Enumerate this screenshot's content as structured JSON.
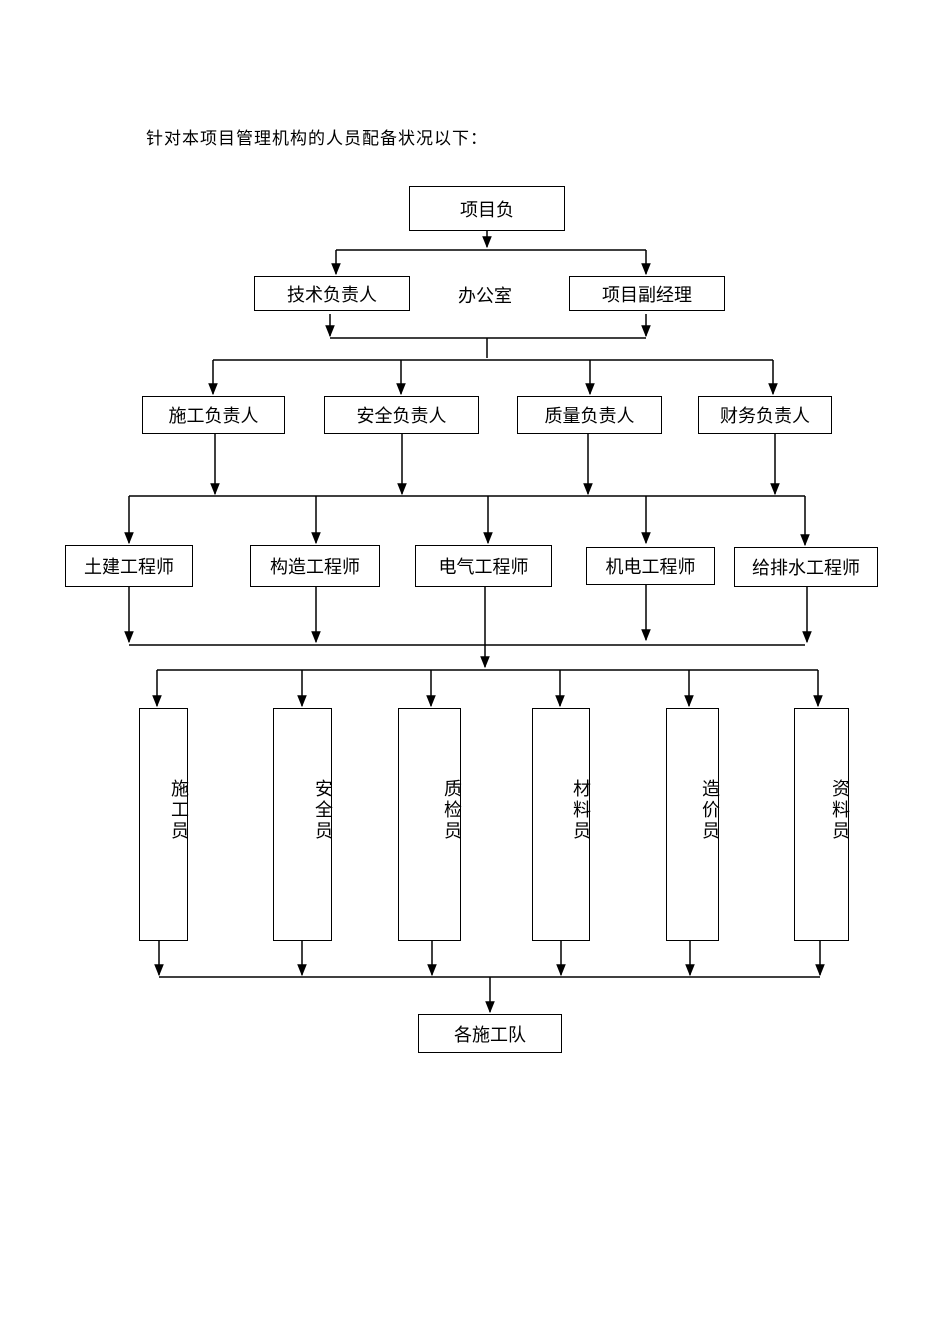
{
  "intro": "针对本项目管理机构的人员配备状况以下：",
  "chart": {
    "top": "项目负",
    "office": "办公室",
    "level2": [
      "技术负责人",
      "项目副经理"
    ],
    "level3": [
      "施工负责人",
      "安全负责人",
      "质量负责人",
      "财务负责人"
    ],
    "level4": [
      "土建工程师",
      "构造工程师",
      "电气工程师",
      "机电工程师",
      "给排水工程师"
    ],
    "level5": [
      "施工员",
      "安全员",
      "质检员",
      "材料员",
      "造价员",
      "资料员"
    ],
    "bottom": "各施工队"
  }
}
